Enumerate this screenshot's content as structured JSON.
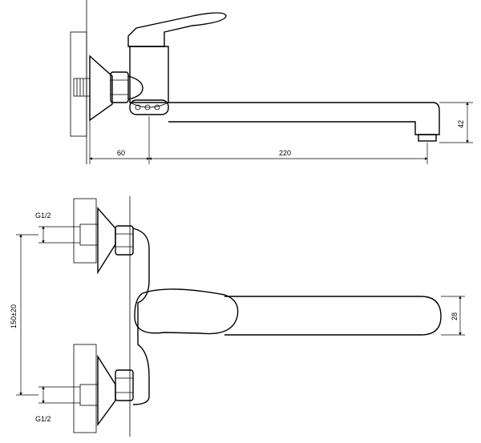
{
  "labels": {
    "dim_60": "60",
    "dim_220": "220",
    "dim_42": "42",
    "dim_150": "150±20",
    "dim_28": "28",
    "thread_top": "G1/2",
    "thread_bottom": "G1/2"
  },
  "colors": {
    "stroke": "#000000",
    "background": "#ffffff"
  }
}
